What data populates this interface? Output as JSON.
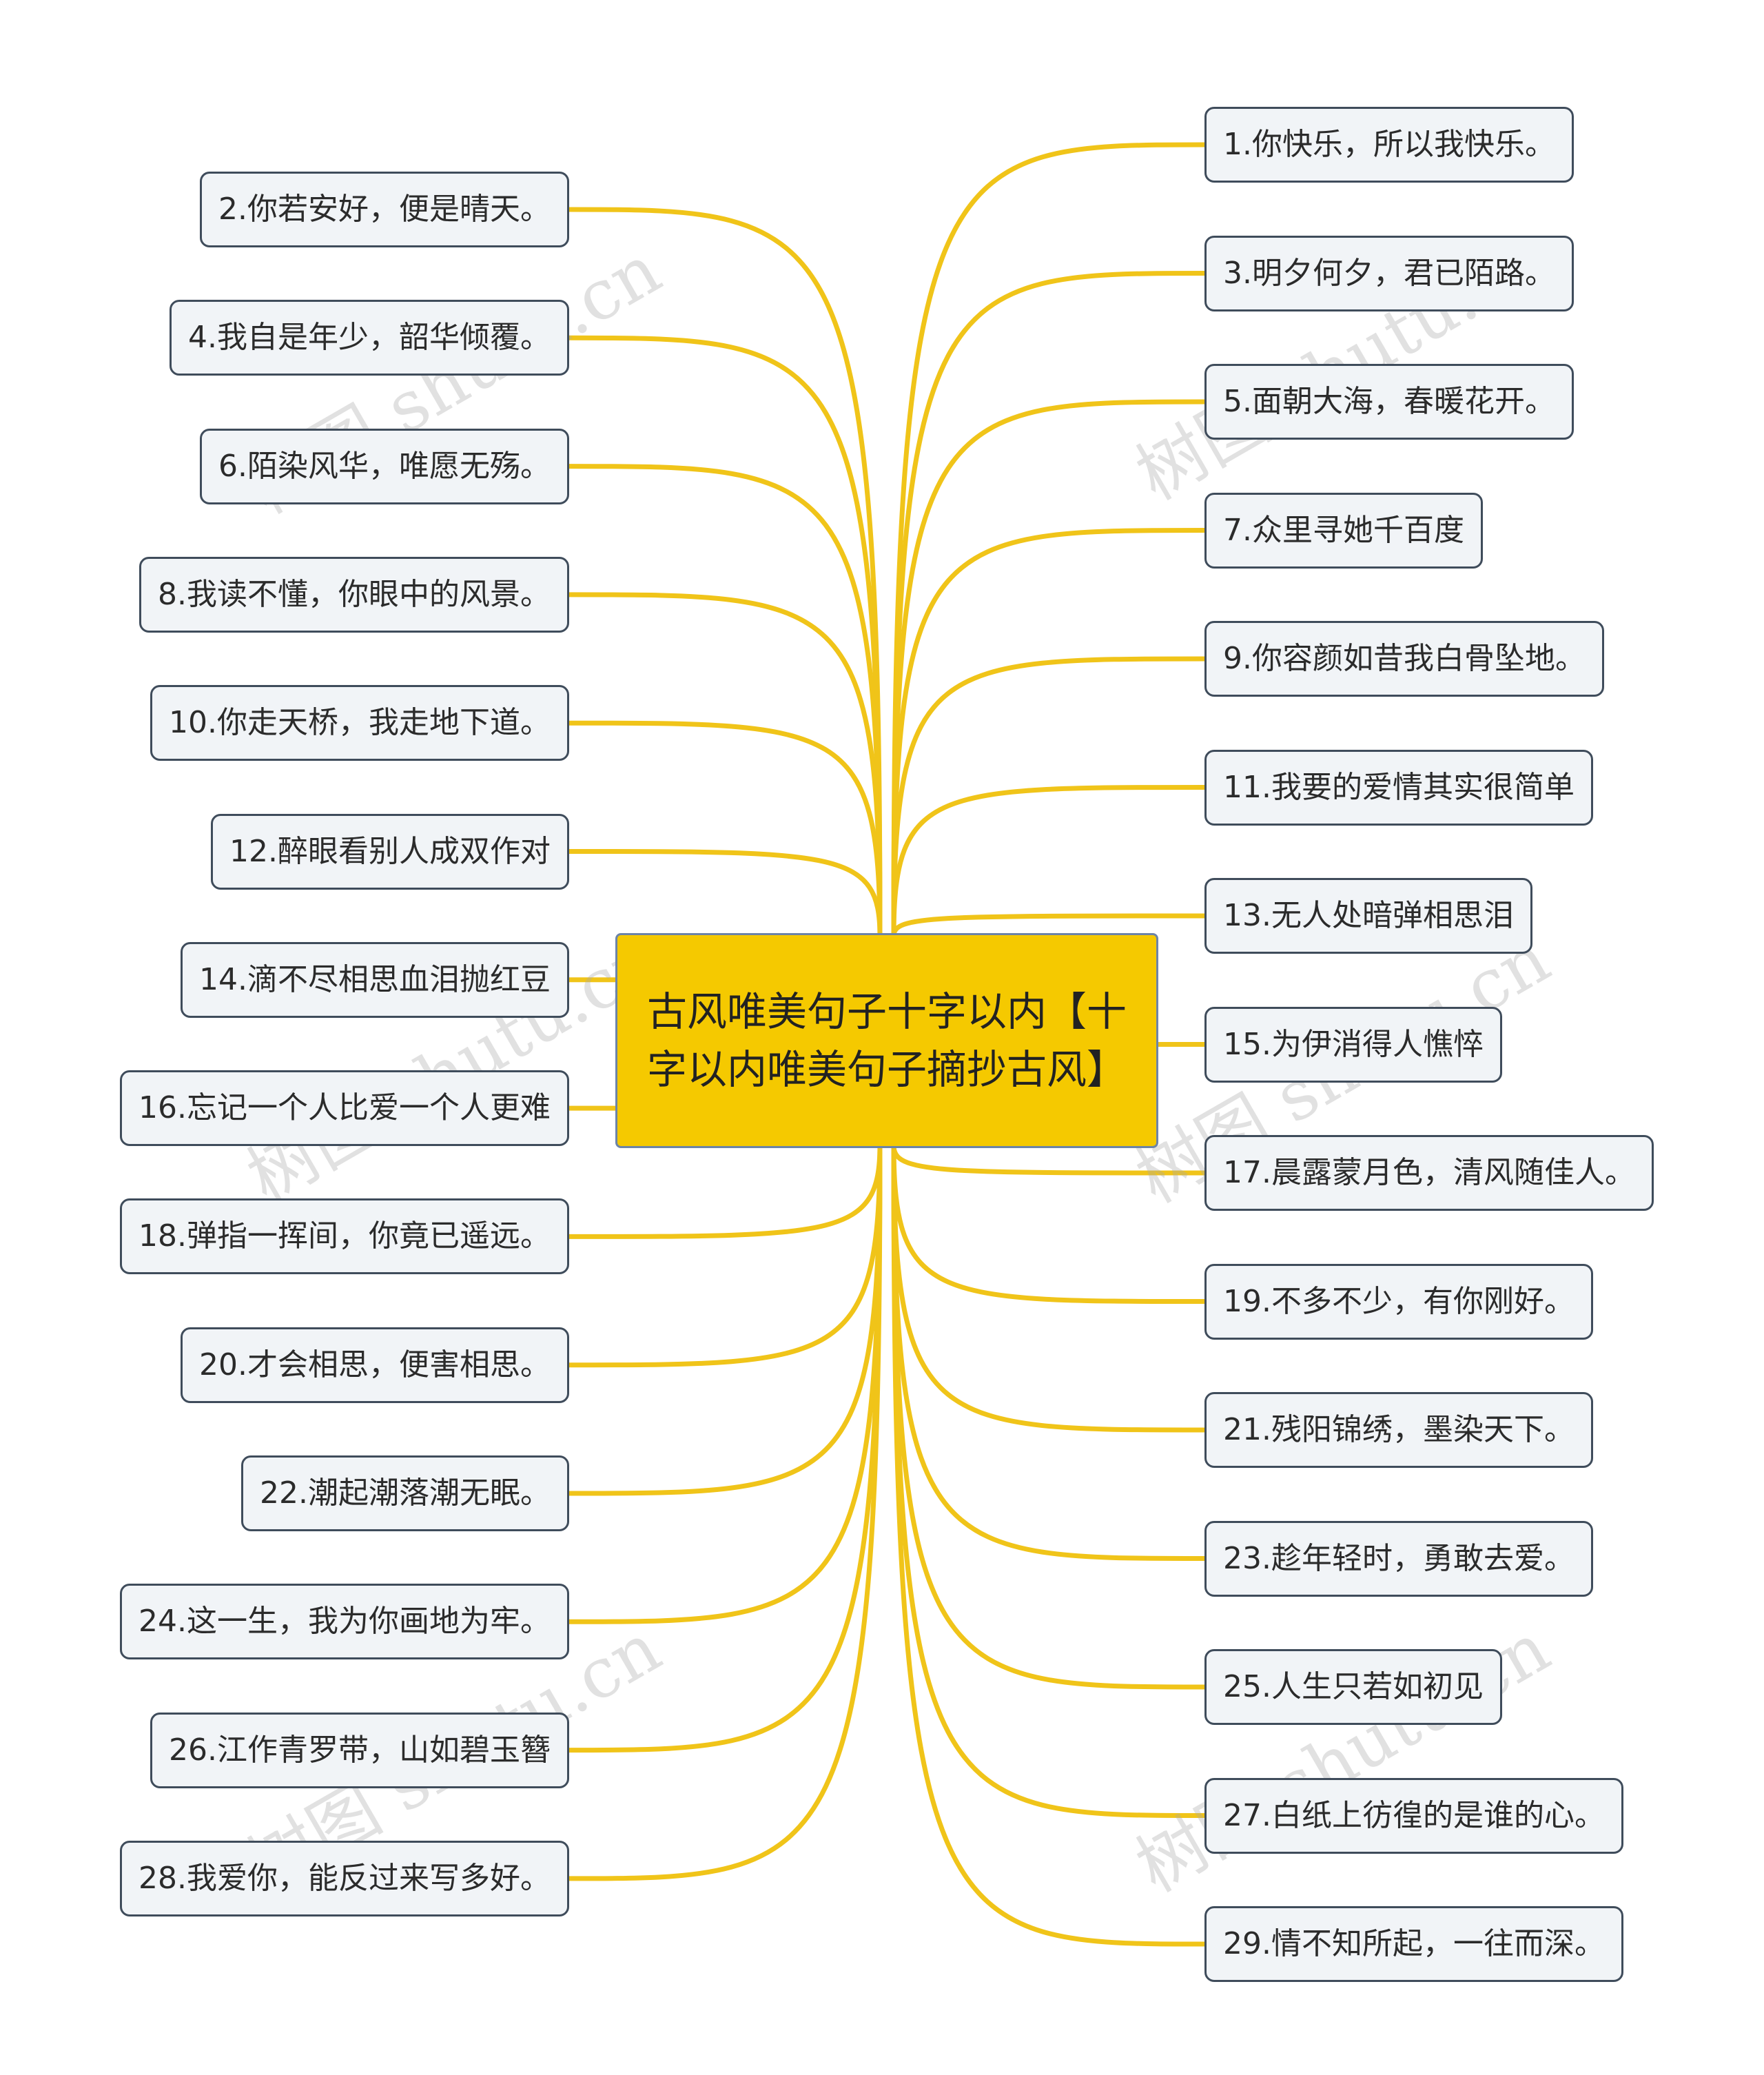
{
  "root": {
    "title": "古风唯美句子十字以内【十字以内唯美句子摘抄古风】"
  },
  "colors": {
    "link": "#f0c419",
    "node_fill": "#f1f4f7",
    "node_border": "#3f4c5b",
    "root_fill": "#f5c900",
    "root_border": "#6c84a8"
  },
  "watermark": "树图 shutu.cn",
  "left_items": [
    "2.你若安好，便是晴天。",
    "4.我自是年少，韶华倾覆。",
    "6.陌染风华，唯愿无殇。",
    "8.我读不懂，你眼中的风景。",
    "10.你走天桥，我走地下道。",
    "12.醉眼看别人成双作对",
    "14.滴不尽相思血泪抛红豆",
    "16.忘记一个人比爱一个人更难",
    "18.弹指一挥间，你竟已遥远。",
    "20.才会相思，便害相思。",
    "22.潮起潮落潮无眠。",
    "24.这一生，我为你画地为牢。",
    "26.江作青罗带，山如碧玉簪",
    "28.我爱你，能反过来写多好。"
  ],
  "right_items": [
    "1.你快乐，所以我快乐。",
    "3.明夕何夕，君已陌路。",
    "5.面朝大海，春暖花开。",
    "7.众里寻她千百度",
    "9.你容颜如昔我白骨坠地。",
    "11.我要的爱情其实很简单",
    "13.无人处暗弹相思泪",
    "15.为伊消得人憔悴",
    "17.晨露蒙月色，清风随佳人。",
    "19.不多不少，有你刚好。",
    "21.残阳锦绣，墨染天下。",
    "23.趁年轻时，勇敢去爱。",
    "25.人生只若如初见",
    "27.白纸上彷徨的是谁的心。",
    "29.情不知所起，一往而深。"
  ]
}
